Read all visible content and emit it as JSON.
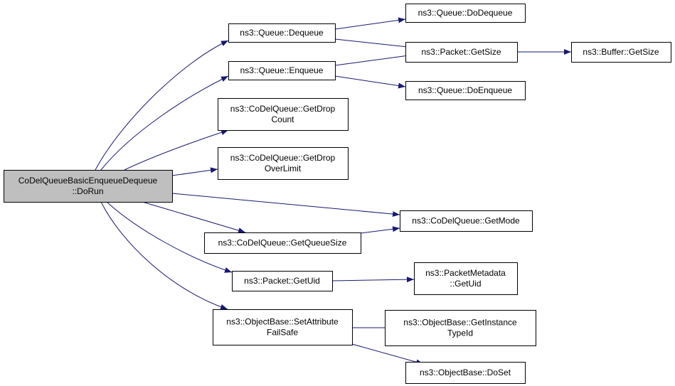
{
  "colors": {
    "edge": "#191970",
    "node_border": "#000000",
    "node_fill": "#ffffff",
    "root_fill": "#bfbfbf"
  },
  "nodes": [
    {
      "id": "root",
      "lines": [
        "CoDelQueueBasicEnqueueDequeue",
        "::DoRun"
      ],
      "highlighted": true
    },
    {
      "id": "queue-dequeue",
      "lines": [
        "ns3::Queue::Dequeue"
      ]
    },
    {
      "id": "queue-enqueue",
      "lines": [
        "ns3::Queue::Enqueue"
      ]
    },
    {
      "id": "getdropcount",
      "lines": [
        "ns3::CoDelQueue::GetDrop",
        "Count"
      ]
    },
    {
      "id": "getdropoverlimit",
      "lines": [
        "ns3::CoDelQueue::GetDrop",
        "OverLimit"
      ]
    },
    {
      "id": "getqueuesize",
      "lines": [
        "ns3::CoDelQueue::GetQueueSize"
      ]
    },
    {
      "id": "packet-getuid",
      "lines": [
        "ns3::Packet::GetUid"
      ]
    },
    {
      "id": "setattributefailsafe",
      "lines": [
        "ns3::ObjectBase::SetAttribute",
        "FailSafe"
      ]
    },
    {
      "id": "queue-dodequeue",
      "lines": [
        "ns3::Queue::DoDequeue"
      ]
    },
    {
      "id": "packet-getsize",
      "lines": [
        "ns3::Packet::GetSize"
      ]
    },
    {
      "id": "queue-doenqueue",
      "lines": [
        "ns3::Queue::DoEnqueue"
      ]
    },
    {
      "id": "getmode",
      "lines": [
        "ns3::CoDelQueue::GetMode"
      ]
    },
    {
      "id": "packetmetadata-getuid",
      "lines": [
        "ns3::PacketMetadata",
        "::GetUid"
      ]
    },
    {
      "id": "getinstancetypeid",
      "lines": [
        "ns3::ObjectBase::GetInstance",
        "TypeId"
      ]
    },
    {
      "id": "objectbase-doset",
      "lines": [
        "ns3::ObjectBase::DoSet"
      ]
    },
    {
      "id": "buffer-getsize",
      "lines": [
        "ns3::Buffer::GetSize"
      ]
    }
  ],
  "edges": [
    {
      "from": "root",
      "to": "queue-dequeue"
    },
    {
      "from": "root",
      "to": "queue-enqueue"
    },
    {
      "from": "root",
      "to": "getdropcount"
    },
    {
      "from": "root",
      "to": "getdropoverlimit"
    },
    {
      "from": "root",
      "to": "getmode"
    },
    {
      "from": "root",
      "to": "getqueuesize"
    },
    {
      "from": "root",
      "to": "packet-getuid"
    },
    {
      "from": "root",
      "to": "setattributefailsafe"
    },
    {
      "from": "queue-dequeue",
      "to": "queue-dodequeue"
    },
    {
      "from": "queue-dequeue",
      "to": "packet-getsize"
    },
    {
      "from": "queue-enqueue",
      "to": "packet-getsize"
    },
    {
      "from": "queue-enqueue",
      "to": "queue-doenqueue"
    },
    {
      "from": "packet-getsize",
      "to": "buffer-getsize"
    },
    {
      "from": "getqueuesize",
      "to": "getmode"
    },
    {
      "from": "packet-getuid",
      "to": "packetmetadata-getuid"
    },
    {
      "from": "setattributefailsafe",
      "to": "getinstancetypeid"
    },
    {
      "from": "setattributefailsafe",
      "to": "objectbase-doset"
    }
  ]
}
